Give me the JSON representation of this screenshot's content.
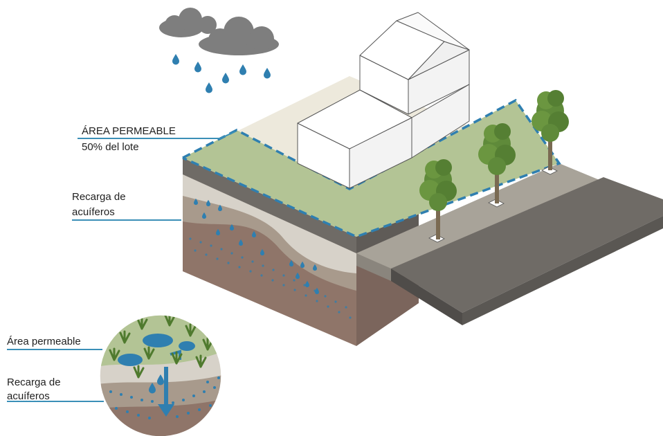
{
  "labels": {
    "area_title": "ÁREA PERMEABLE",
    "area_percent": "50% del lote",
    "recharge_line1": "Recarga  de",
    "recharge_line2": "acuíferos",
    "inset_area": "Área permeable",
    "inset_recharge_line1": "Recarga de",
    "inset_recharge_line2": "acuíferos"
  },
  "colors": {
    "water": "#2f7fb0",
    "cloud": "#7e7e7e",
    "lawn": "#b3c495",
    "lot_back": "#ede9dc",
    "sidewalk": "#a8a399",
    "road": "#6f6b66",
    "soil_light": "#d7d2c9",
    "soil_mid": "#a89a8c",
    "soil_dark": "#8f7569",
    "tree": "#5f8a3a",
    "leader_line": "#3a8fb7"
  },
  "icons": [
    "cloud-icon",
    "raindrop-icon",
    "house-icon",
    "tree-icon",
    "grass-icon",
    "down-arrow-icon"
  ]
}
